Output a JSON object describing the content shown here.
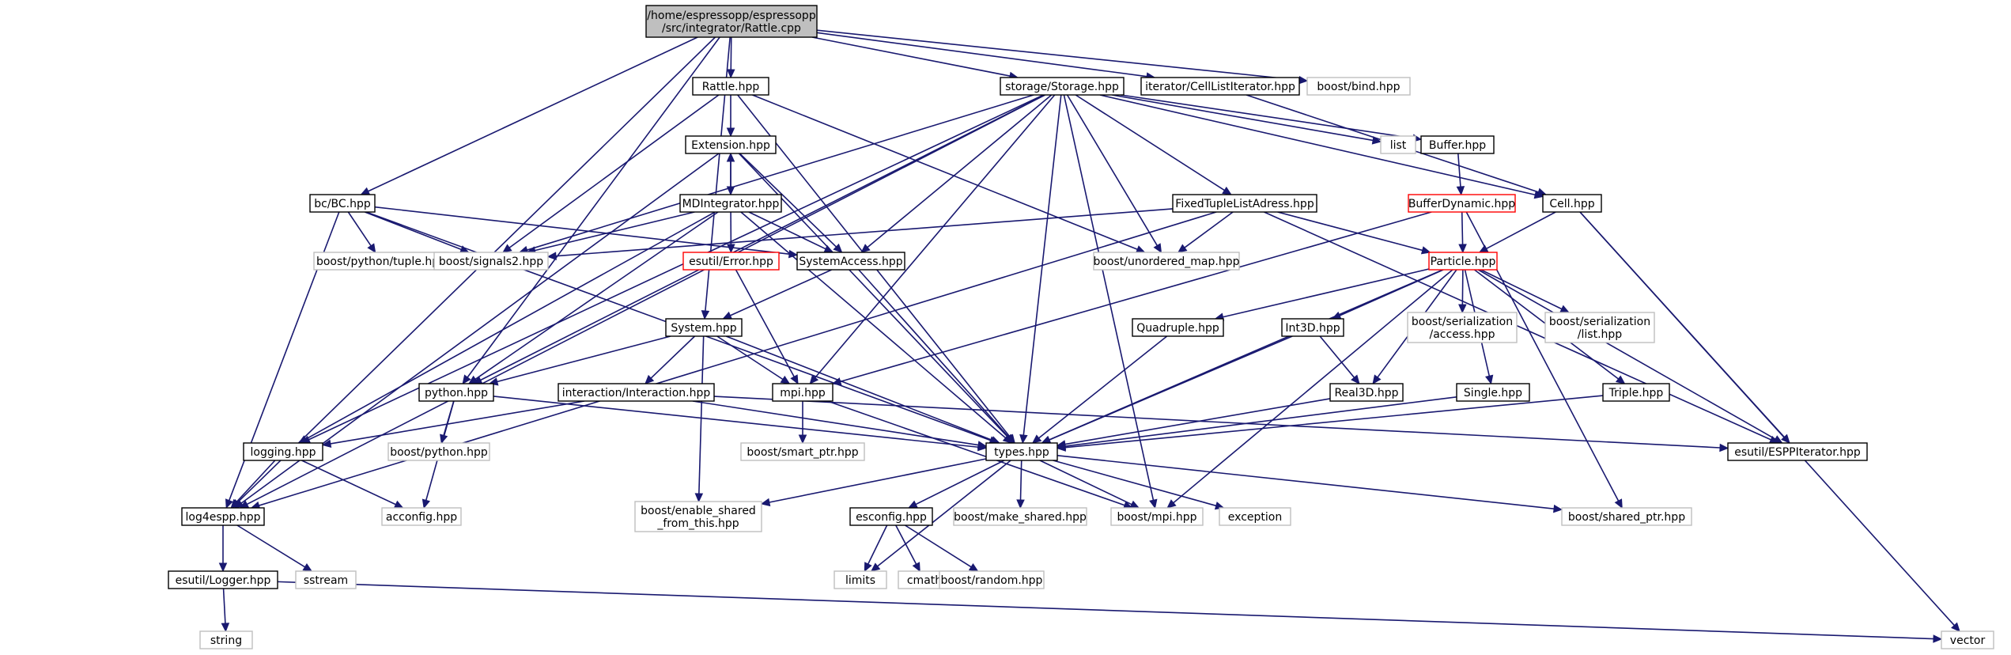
{
  "colors": {
    "root_fill": "#bfbfbf",
    "node_border": "#000000",
    "external_border": "#bfbfbf",
    "incomplete_border": "#ff0000",
    "edge": "#191970"
  },
  "nodes": [
    {
      "id": "rattle_cpp",
      "lines": [
        "/home/espressopp/espressopp",
        "/src/integrator/Rattle.cpp"
      ],
      "kind": "root"
    },
    {
      "id": "rattle_hpp",
      "lines": [
        "Rattle.hpp"
      ],
      "kind": "file"
    },
    {
      "id": "storage_hpp",
      "lines": [
        "storage/Storage.hpp"
      ],
      "kind": "file"
    },
    {
      "id": "celllistiter_hpp",
      "lines": [
        "iterator/CellListIterator.hpp"
      ],
      "kind": "file"
    },
    {
      "id": "boost_bind",
      "lines": [
        "boost/bind.hpp"
      ],
      "kind": "external"
    },
    {
      "id": "extension_hpp",
      "lines": [
        "Extension.hpp"
      ],
      "kind": "file"
    },
    {
      "id": "list",
      "lines": [
        "list"
      ],
      "kind": "external"
    },
    {
      "id": "buffer_hpp",
      "lines": [
        "Buffer.hpp"
      ],
      "kind": "file"
    },
    {
      "id": "bc_hpp",
      "lines": [
        "bc/BC.hpp"
      ],
      "kind": "file"
    },
    {
      "id": "mdintegrator_hpp",
      "lines": [
        "MDIntegrator.hpp"
      ],
      "kind": "file"
    },
    {
      "id": "fixedtuple_hpp",
      "lines": [
        "FixedTupleListAdress.hpp"
      ],
      "kind": "file"
    },
    {
      "id": "bufferdynamic_hpp",
      "lines": [
        "BufferDynamic.hpp"
      ],
      "kind": "incomplete"
    },
    {
      "id": "cell_hpp",
      "lines": [
        "Cell.hpp"
      ],
      "kind": "file"
    },
    {
      "id": "boost_python_tuple",
      "lines": [
        "boost/python/tuple.hpp"
      ],
      "kind": "external"
    },
    {
      "id": "boost_signals2",
      "lines": [
        "boost/signals2.hpp"
      ],
      "kind": "external"
    },
    {
      "id": "esutil_error",
      "lines": [
        "esutil/Error.hpp"
      ],
      "kind": "incomplete"
    },
    {
      "id": "systemaccess_hpp",
      "lines": [
        "SystemAccess.hpp"
      ],
      "kind": "file"
    },
    {
      "id": "boost_unordered_map",
      "lines": [
        "boost/unordered_map.hpp"
      ],
      "kind": "external"
    },
    {
      "id": "particle_hpp",
      "lines": [
        "Particle.hpp"
      ],
      "kind": "incomplete"
    },
    {
      "id": "system_hpp",
      "lines": [
        "System.hpp"
      ],
      "kind": "file"
    },
    {
      "id": "quadruple_hpp",
      "lines": [
        "Quadruple.hpp"
      ],
      "kind": "file"
    },
    {
      "id": "int3d_hpp",
      "lines": [
        "Int3D.hpp"
      ],
      "kind": "file"
    },
    {
      "id": "boost_ser_access",
      "lines": [
        "boost/serialization",
        "/access.hpp"
      ],
      "kind": "external"
    },
    {
      "id": "boost_ser_list",
      "lines": [
        "boost/serialization",
        "/list.hpp"
      ],
      "kind": "external"
    },
    {
      "id": "python_hpp",
      "lines": [
        "python.hpp"
      ],
      "kind": "file"
    },
    {
      "id": "interaction_hpp",
      "lines": [
        "interaction/Interaction.hpp"
      ],
      "kind": "file"
    },
    {
      "id": "mpi_hpp",
      "lines": [
        "mpi.hpp"
      ],
      "kind": "file"
    },
    {
      "id": "real3d_hpp",
      "lines": [
        "Real3D.hpp"
      ],
      "kind": "file"
    },
    {
      "id": "single_hpp",
      "lines": [
        "Single.hpp"
      ],
      "kind": "file"
    },
    {
      "id": "triple_hpp",
      "lines": [
        "Triple.hpp"
      ],
      "kind": "file"
    },
    {
      "id": "logging_hpp",
      "lines": [
        "logging.hpp"
      ],
      "kind": "file"
    },
    {
      "id": "boost_python",
      "lines": [
        "boost/python.hpp"
      ],
      "kind": "external"
    },
    {
      "id": "boost_smart_ptr",
      "lines": [
        "boost/smart_ptr.hpp"
      ],
      "kind": "external"
    },
    {
      "id": "types_hpp",
      "lines": [
        "types.hpp"
      ],
      "kind": "file"
    },
    {
      "id": "espp_iterator",
      "lines": [
        "esutil/ESPPIterator.hpp"
      ],
      "kind": "file"
    },
    {
      "id": "log4espp_hpp",
      "lines": [
        "log4espp.hpp"
      ],
      "kind": "file"
    },
    {
      "id": "acconfig_hpp",
      "lines": [
        "acconfig.hpp"
      ],
      "kind": "external"
    },
    {
      "id": "boost_enable_shared",
      "lines": [
        "boost/enable_shared",
        "_from_this.hpp"
      ],
      "kind": "external"
    },
    {
      "id": "esconfig_hpp",
      "lines": [
        "esconfig.hpp"
      ],
      "kind": "file"
    },
    {
      "id": "boost_make_shared",
      "lines": [
        "boost/make_shared.hpp"
      ],
      "kind": "external"
    },
    {
      "id": "boost_mpi",
      "lines": [
        "boost/mpi.hpp"
      ],
      "kind": "external"
    },
    {
      "id": "exception",
      "lines": [
        "exception"
      ],
      "kind": "external"
    },
    {
      "id": "boost_shared_ptr",
      "lines": [
        "boost/shared_ptr.hpp"
      ],
      "kind": "external"
    },
    {
      "id": "esutil_logger",
      "lines": [
        "esutil/Logger.hpp"
      ],
      "kind": "file"
    },
    {
      "id": "sstream",
      "lines": [
        "sstream"
      ],
      "kind": "external"
    },
    {
      "id": "limits",
      "lines": [
        "limits"
      ],
      "kind": "external"
    },
    {
      "id": "cmath",
      "lines": [
        "cmath"
      ],
      "kind": "external"
    },
    {
      "id": "boost_random",
      "lines": [
        "boost/random.hpp"
      ],
      "kind": "external"
    },
    {
      "id": "string",
      "lines": [
        "string"
      ],
      "kind": "external"
    },
    {
      "id": "vector",
      "lines": [
        "vector"
      ],
      "kind": "external"
    }
  ],
  "edges": [
    [
      "rattle_cpp",
      "rattle_hpp"
    ],
    [
      "rattle_cpp",
      "storage_hpp"
    ],
    [
      "rattle_cpp",
      "celllistiter_hpp"
    ],
    [
      "rattle_cpp",
      "boost_bind"
    ],
    [
      "rattle_cpp",
      "bc_hpp"
    ],
    [
      "rattle_cpp",
      "system_hpp"
    ],
    [
      "rattle_cpp",
      "python_hpp"
    ],
    [
      "rattle_cpp",
      "log4espp_hpp"
    ],
    [
      "rattle_hpp",
      "extension_hpp"
    ],
    [
      "rattle_hpp",
      "boost_signals2"
    ],
    [
      "rattle_hpp",
      "types_hpp"
    ],
    [
      "rattle_hpp",
      "boost_unordered_map"
    ],
    [
      "storage_hpp",
      "list"
    ],
    [
      "storage_hpp",
      "buffer_hpp"
    ],
    [
      "storage_hpp",
      "cell_hpp"
    ],
    [
      "storage_hpp",
      "fixedtuple_hpp"
    ],
    [
      "storage_hpp",
      "boost_signals2"
    ],
    [
      "storage_hpp",
      "systemaccess_hpp"
    ],
    [
      "storage_hpp",
      "boost_unordered_map"
    ],
    [
      "storage_hpp",
      "mpi_hpp"
    ],
    [
      "storage_hpp",
      "types_hpp"
    ],
    [
      "storage_hpp",
      "python_hpp"
    ],
    [
      "storage_hpp",
      "logging_hpp"
    ],
    [
      "storage_hpp",
      "log4espp_hpp"
    ],
    [
      "storage_hpp",
      "boost_mpi"
    ],
    [
      "celllistiter_hpp",
      "cell_hpp"
    ],
    [
      "extension_hpp",
      "mdintegrator_hpp"
    ],
    [
      "extension_hpp",
      "systemaccess_hpp"
    ],
    [
      "extension_hpp",
      "types_hpp"
    ],
    [
      "extension_hpp",
      "log4espp_hpp"
    ],
    [
      "buffer_hpp",
      "bufferdynamic_hpp"
    ],
    [
      "bc_hpp",
      "boost_python_tuple"
    ],
    [
      "bc_hpp",
      "boost_signals2"
    ],
    [
      "bc_hpp",
      "systemaccess_hpp"
    ],
    [
      "bc_hpp",
      "types_hpp"
    ],
    [
      "bc_hpp",
      "log4espp_hpp"
    ],
    [
      "mdintegrator_hpp",
      "extension_hpp"
    ],
    [
      "mdintegrator_hpp",
      "boost_signals2"
    ],
    [
      "mdintegrator_hpp",
      "esutil_error"
    ],
    [
      "mdintegrator_hpp",
      "systemaccess_hpp"
    ],
    [
      "mdintegrator_hpp",
      "types_hpp"
    ],
    [
      "mdintegrator_hpp",
      "python_hpp"
    ],
    [
      "mdintegrator_hpp",
      "logging_hpp"
    ],
    [
      "fixedtuple_hpp",
      "boost_signals2"
    ],
    [
      "fixedtuple_hpp",
      "boost_unordered_map"
    ],
    [
      "fixedtuple_hpp",
      "particle_hpp"
    ],
    [
      "fixedtuple_hpp",
      "espp_iterator"
    ],
    [
      "fixedtuple_hpp",
      "log4espp_hpp"
    ],
    [
      "bufferdynamic_hpp",
      "particle_hpp"
    ],
    [
      "bufferdynamic_hpp",
      "mpi_hpp"
    ],
    [
      "bufferdynamic_hpp",
      "boost_shared_ptr"
    ],
    [
      "cell_hpp",
      "particle_hpp"
    ],
    [
      "cell_hpp",
      "espp_iterator"
    ],
    [
      "cell_hpp",
      "vector"
    ],
    [
      "esutil_error",
      "mpi_hpp"
    ],
    [
      "systemaccess_hpp",
      "system_hpp"
    ],
    [
      "systemaccess_hpp",
      "types_hpp"
    ],
    [
      "particle_hpp",
      "quadruple_hpp"
    ],
    [
      "particle_hpp",
      "int3d_hpp"
    ],
    [
      "particle_hpp",
      "boost_ser_access"
    ],
    [
      "particle_hpp",
      "boost_ser_list"
    ],
    [
      "particle_hpp",
      "real3d_hpp"
    ],
    [
      "particle_hpp",
      "single_hpp"
    ],
    [
      "particle_hpp",
      "triple_hpp"
    ],
    [
      "particle_hpp",
      "types_hpp"
    ],
    [
      "particle_hpp",
      "espp_iterator"
    ],
    [
      "particle_hpp",
      "boost_mpi"
    ],
    [
      "system_hpp",
      "python_hpp"
    ],
    [
      "system_hpp",
      "interaction_hpp"
    ],
    [
      "system_hpp",
      "mpi_hpp"
    ],
    [
      "system_hpp",
      "types_hpp"
    ],
    [
      "system_hpp",
      "boost_enable_shared"
    ],
    [
      "quadruple_hpp",
      "types_hpp"
    ],
    [
      "int3d_hpp",
      "real3d_hpp"
    ],
    [
      "int3d_hpp",
      "types_hpp"
    ],
    [
      "python_hpp",
      "boost_python"
    ],
    [
      "python_hpp",
      "types_hpp"
    ],
    [
      "python_hpp",
      "acconfig_hpp"
    ],
    [
      "interaction_hpp",
      "logging_hpp"
    ],
    [
      "interaction_hpp",
      "types_hpp"
    ],
    [
      "interaction_hpp",
      "espp_iterator"
    ],
    [
      "mpi_hpp",
      "boost_smart_ptr"
    ],
    [
      "mpi_hpp",
      "boost_mpi"
    ],
    [
      "real3d_hpp",
      "types_hpp"
    ],
    [
      "single_hpp",
      "types_hpp"
    ],
    [
      "triple_hpp",
      "types_hpp"
    ],
    [
      "logging_hpp",
      "log4espp_hpp"
    ],
    [
      "logging_hpp",
      "acconfig_hpp"
    ],
    [
      "types_hpp",
      "esconfig_hpp"
    ],
    [
      "types_hpp",
      "boost_make_shared"
    ],
    [
      "types_hpp",
      "boost_mpi"
    ],
    [
      "types_hpp",
      "exception"
    ],
    [
      "types_hpp",
      "boost_shared_ptr"
    ],
    [
      "types_hpp",
      "boost_enable_shared"
    ],
    [
      "types_hpp",
      "limits"
    ],
    [
      "log4espp_hpp",
      "esutil_logger"
    ],
    [
      "log4espp_hpp",
      "sstream"
    ],
    [
      "esconfig_hpp",
      "limits"
    ],
    [
      "esconfig_hpp",
      "cmath"
    ],
    [
      "esconfig_hpp",
      "boost_random"
    ],
    [
      "esutil_logger",
      "string"
    ],
    [
      "esutil_logger",
      "vector"
    ]
  ]
}
